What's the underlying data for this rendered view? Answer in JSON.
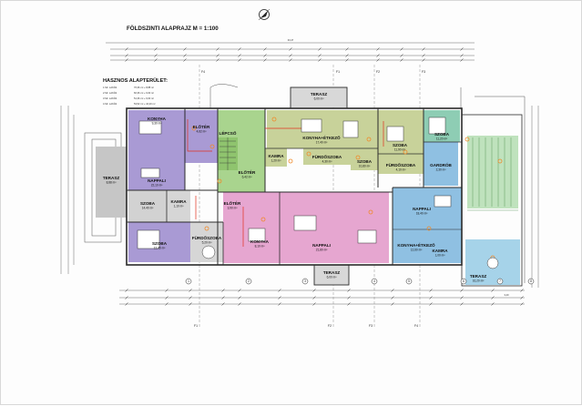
{
  "title": "FÖLDSZINTI ALAPRAJZ M = 1:100",
  "legend": {
    "heading": "HASZNOS ALAPTERÜLET:",
    "rows": [
      {
        "unit": "1.SZ. LAKÁS",
        "value": "76,36 m² + 8,88 m²"
      },
      {
        "unit": "2.SZ. LAKÁS",
        "value": "60,36 m² + 6,00 m²"
      },
      {
        "unit": "3.SZ. LAKÁS",
        "value": "51,36 m² + 6,00 m²"
      },
      {
        "unit": "4.SZ. LAKÁS",
        "value": "53,52 m² + 16,20 m²"
      }
    ]
  },
  "colors": {
    "purple": "#a99ad4",
    "green": "#a9d48e",
    "pink": "#e6a6d0",
    "olive": "#c8d29a",
    "blue": "#8fc0e2",
    "teal": "#8ecdb4",
    "gray": "#d2d2d2",
    "wall": "#2b2b2b",
    "red": "#e0301e",
    "orange": "#f08a2a"
  },
  "rooms": [
    {
      "id": "terasz-w",
      "name": "TERASZ",
      "area": "8,88 m²"
    },
    {
      "id": "konyha-w",
      "name": "KONYHA",
      "area": "9,30 m²"
    },
    {
      "id": "nappali-w",
      "name": "NAPPALI",
      "area": "22,10 m²"
    },
    {
      "id": "szoba-w",
      "name": "SZOBA",
      "area": "12,45 m²"
    },
    {
      "id": "szoba-w2",
      "name": "SZOBA",
      "area": "14,40 m²"
    },
    {
      "id": "fsz-w",
      "name": "FÜRDŐSZOBA",
      "area": "5,20 m²"
    },
    {
      "id": "eloter-w",
      "name": "ELŐTÉR",
      "area": "4,62 m²"
    },
    {
      "id": "kamra-w",
      "name": "KAMRA",
      "area": "1,10 m²"
    },
    {
      "id": "eloter-c",
      "name": "ELŐTÉR",
      "area": "6,42 m²"
    },
    {
      "id": "lepcso-c",
      "name": "LÉPCSŐ",
      "area": ""
    },
    {
      "id": "terasz-n",
      "name": "TERASZ",
      "area": "6,00 m²"
    },
    {
      "id": "konyha-c",
      "name": "KONYHA+ÉTKEZŐ",
      "area": "17,40 m²"
    },
    {
      "id": "kamra-c",
      "name": "KAMRA",
      "area": "1,20 m²"
    },
    {
      "id": "fsz-c",
      "name": "FÜRDŐSZOBA",
      "area": "4,30 m²"
    },
    {
      "id": "szoba-e",
      "name": "SZOBA",
      "area": "11,90 m²"
    },
    {
      "id": "gardrob",
      "name": "GARDRÓB",
      "area": "2,30 m²"
    },
    {
      "id": "fsz-e",
      "name": "FÜRDŐSZOBA",
      "area": "4,10 m²"
    },
    {
      "id": "szoba-c2",
      "name": "SZOBA",
      "area": "11,20 m²"
    },
    {
      "id": "szoba-c3",
      "name": "SZOBA",
      "area": "10,80 m²"
    },
    {
      "id": "konyha-s",
      "name": "KONYHA",
      "area": "8,10 m²"
    },
    {
      "id": "eloter-s",
      "name": "ELŐTÉR",
      "area": "3,90 m²"
    },
    {
      "id": "nappali-s",
      "name": "NAPPALI",
      "area": "21,80 m²"
    },
    {
      "id": "terasz-s",
      "name": "TERASZ",
      "area": "6,00 m²"
    },
    {
      "id": "nappali-e",
      "name": "NAPPALI",
      "area": "18,40 m²"
    },
    {
      "id": "konyha-e",
      "name": "KONYHA+ÉTKEZŐ",
      "area": "12,60 m²"
    },
    {
      "id": "kamra-e",
      "name": "KAMRA",
      "area": "1,00 m²"
    },
    {
      "id": "terasz-e",
      "name": "TERASZ",
      "area": "16,20 m²"
    }
  ],
  "axes": {
    "top": [
      "F1",
      "F2",
      "F3",
      "F4"
    ],
    "bottom": [
      "F1",
      "F2",
      "F3",
      "F4"
    ],
    "circled": [
      "1",
      "2",
      "3",
      "4",
      "5",
      "6",
      "7",
      "8"
    ]
  },
  "dimensions": {
    "overall": "33,47",
    "right": "3,40"
  }
}
